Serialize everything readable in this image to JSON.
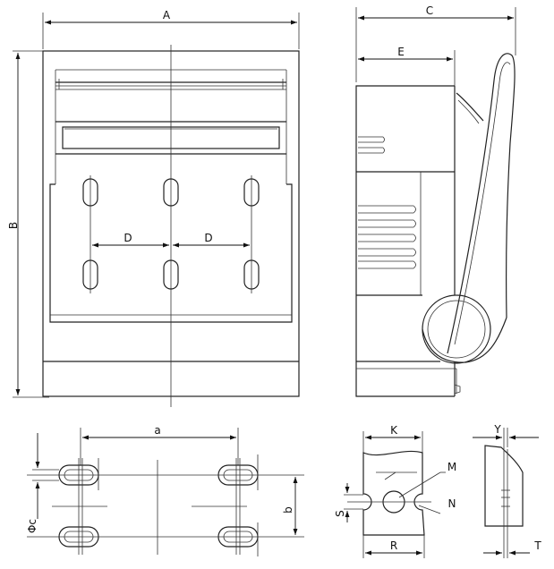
{
  "labels": {
    "A": "A",
    "B": "B",
    "C": "C",
    "D_left": "D",
    "D_right": "D",
    "E": "E",
    "a": "a",
    "b": "b",
    "phi_c": "Φc",
    "K": "K",
    "M": "M",
    "N": "N",
    "R": "R",
    "S": "S",
    "Y": "Y",
    "T": "T"
  },
  "colors": {
    "line": "#222222",
    "background": "#ffffff"
  }
}
